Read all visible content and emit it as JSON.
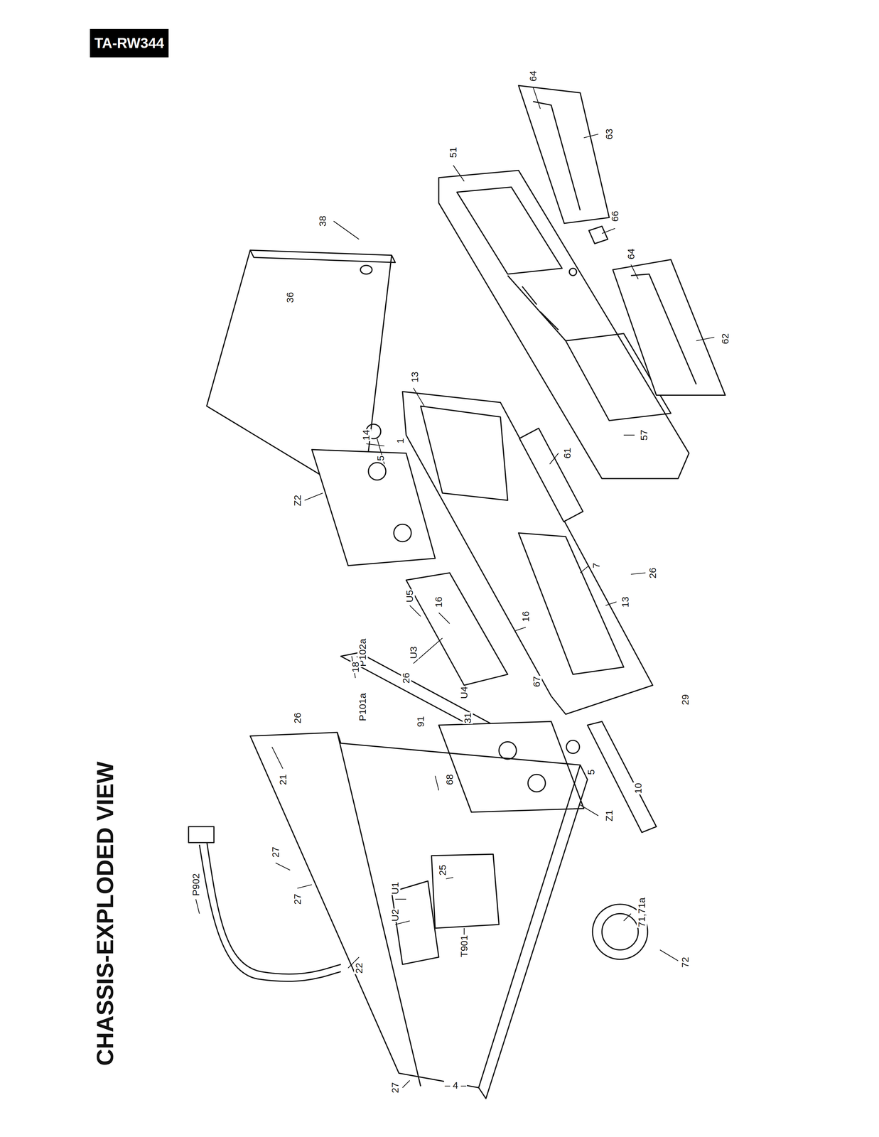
{
  "diagram": {
    "title": "CHASSIS-EXPLODED VIEW",
    "labels": [
      "TA-RW344",
      "64",
      "63",
      "51",
      "66",
      "64",
      "62",
      "38",
      "36",
      "14",
      "13",
      "1",
      "5",
      "Z2",
      "61",
      "57",
      "7",
      "26",
      "13",
      "16",
      "U5",
      "P102a",
      "16",
      "U3",
      "18",
      "P101a",
      "26",
      "26",
      "91",
      "31",
      "U4",
      "67",
      "29",
      "21",
      "68",
      "5",
      "10",
      "Z1",
      "27",
      "27",
      "25",
      "U1",
      "U2",
      "P902",
      "71,71a",
      "72",
      "T901",
      "22",
      "27",
      "– 4 –"
    ]
  }
}
